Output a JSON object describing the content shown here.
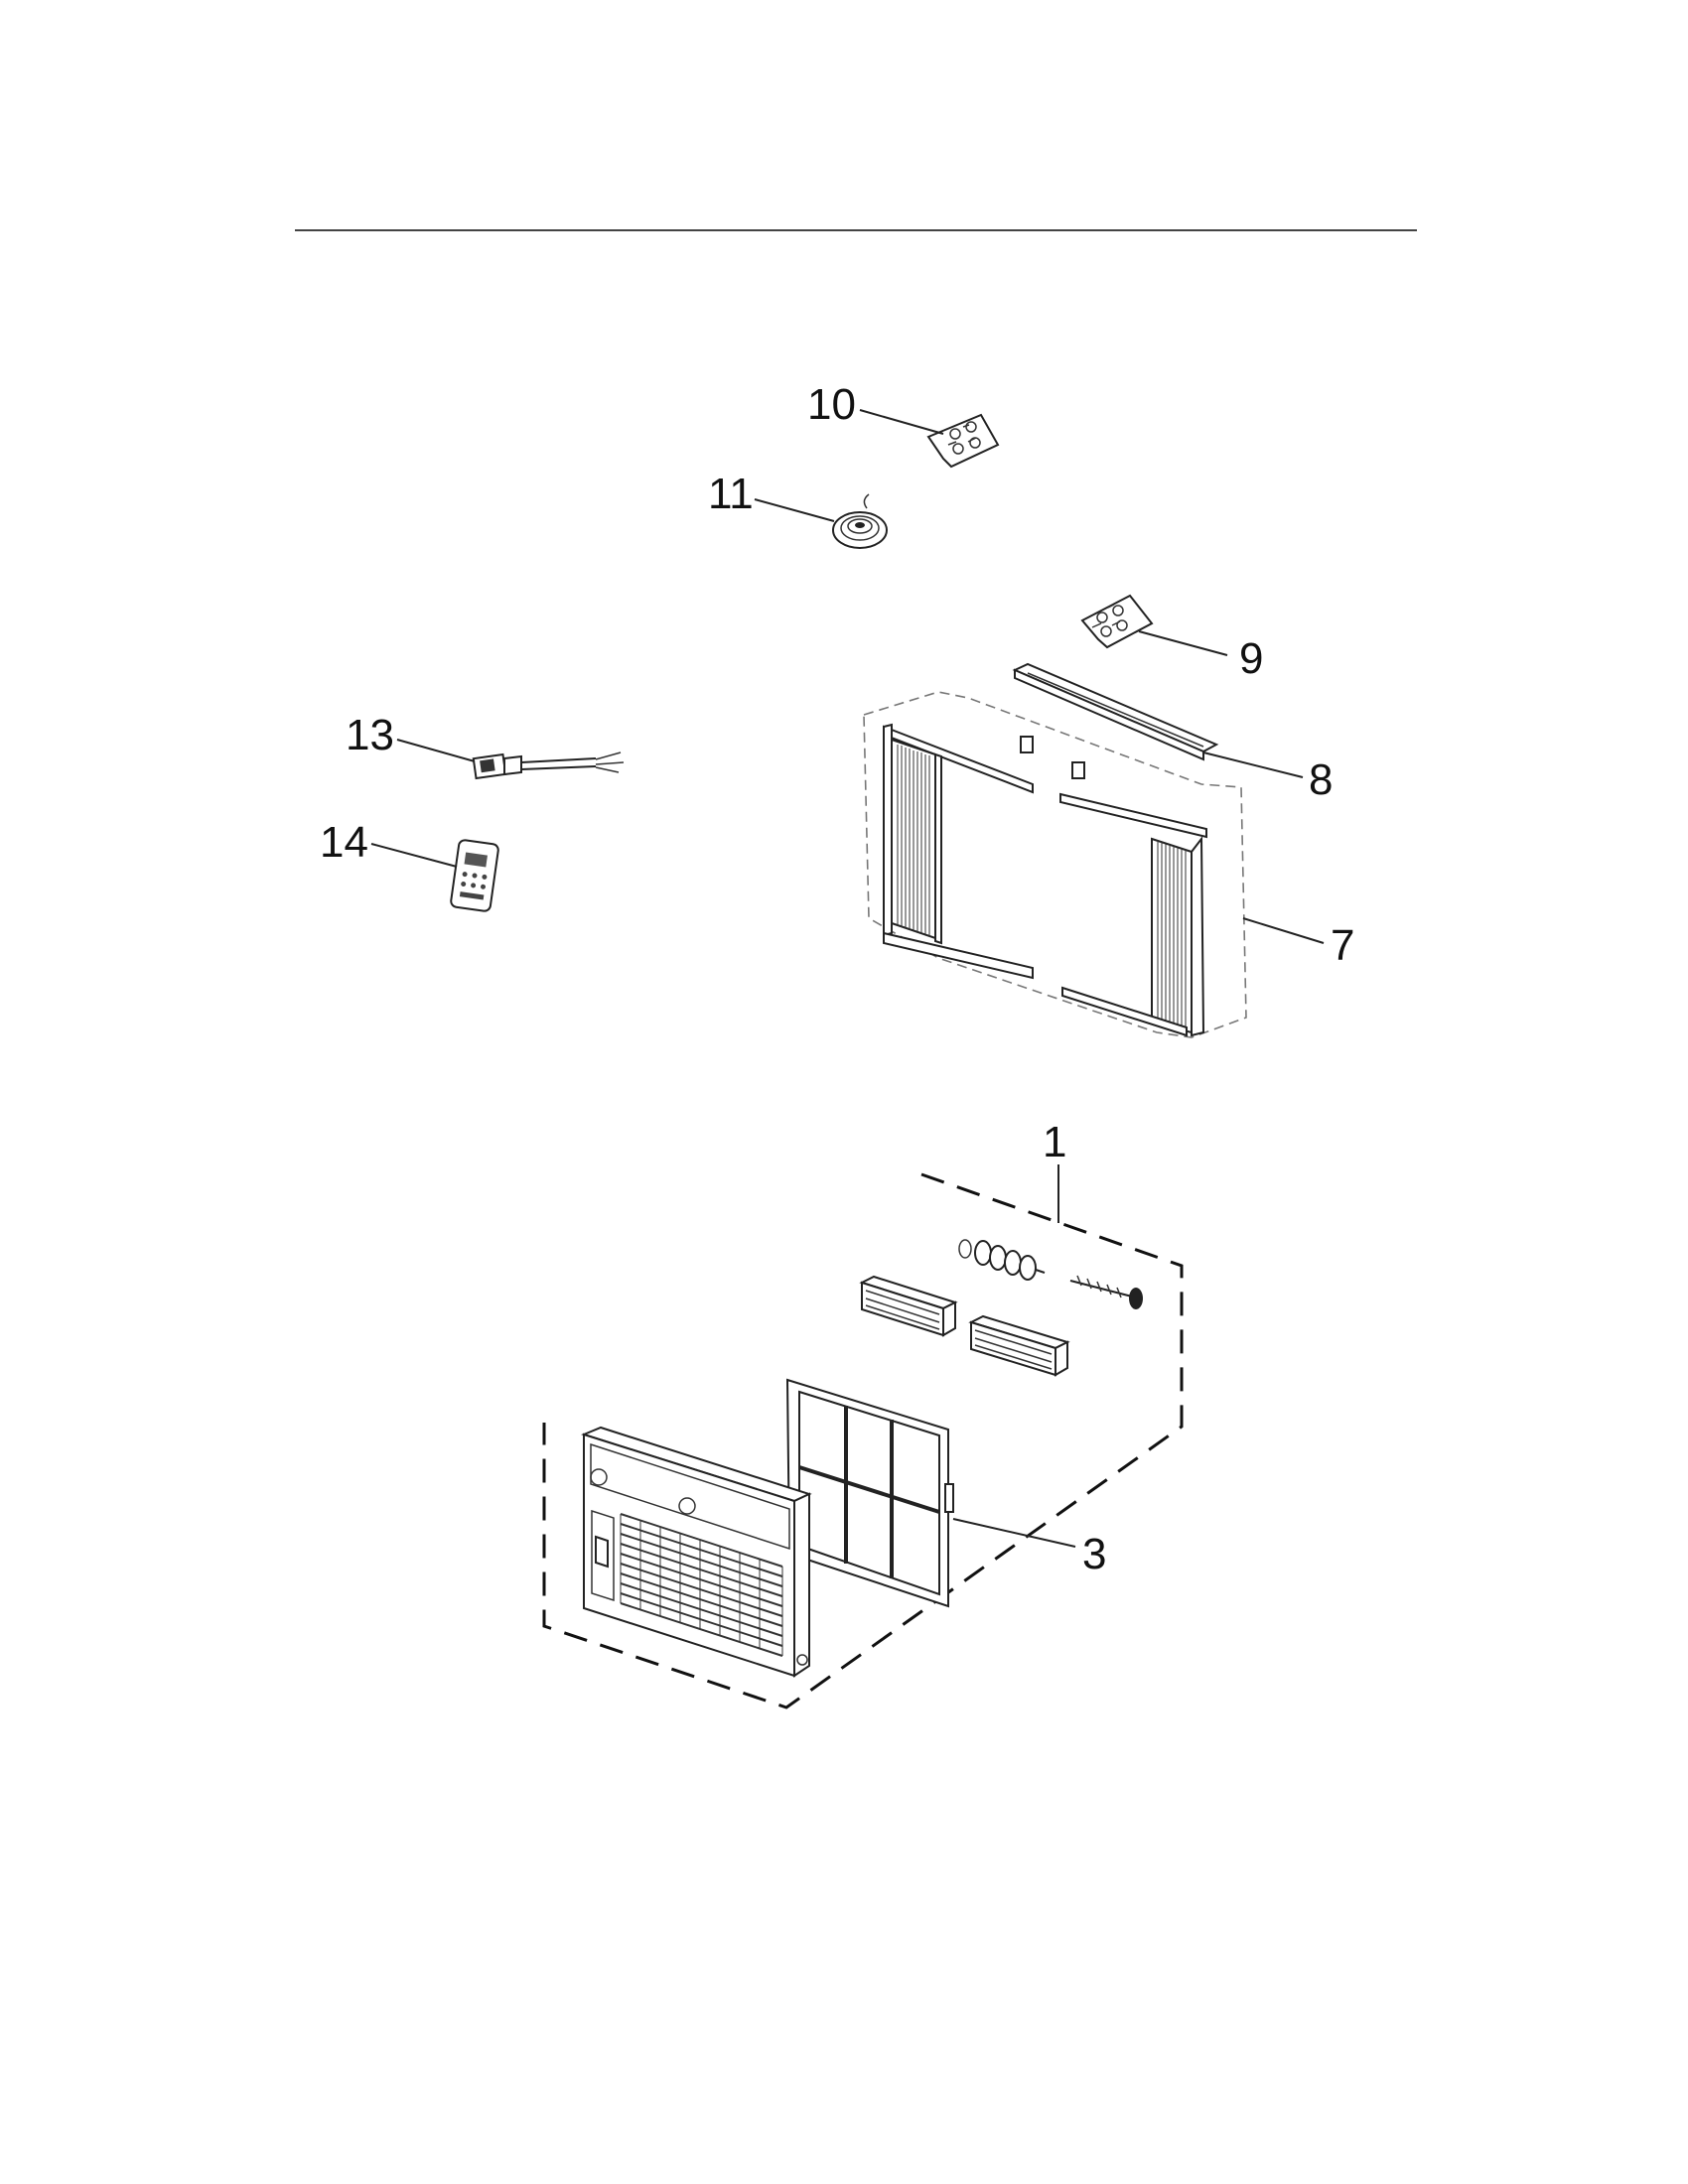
{
  "diagram": {
    "callouts": {
      "c1": "1",
      "c3": "3",
      "c7": "7",
      "c8": "8",
      "c9": "9",
      "c10": "10",
      "c11": "11",
      "c13": "13",
      "c14": "14"
    },
    "parts": [
      {
        "callout": "1",
        "icon": "front-panel-assembly-icon"
      },
      {
        "callout": "3",
        "icon": "air-filter-icon"
      },
      {
        "callout": "7",
        "icon": "window-curtain-frame-icon"
      },
      {
        "callout": "8",
        "icon": "top-rail-channel-icon"
      },
      {
        "callout": "9",
        "icon": "screw-packet-icon"
      },
      {
        "callout": "10",
        "icon": "screw-packet-icon"
      },
      {
        "callout": "11",
        "icon": "foam-seal-roll-icon"
      },
      {
        "callout": "13",
        "icon": "power-cord-plug-icon"
      },
      {
        "callout": "14",
        "icon": "remote-control-icon"
      }
    ]
  }
}
